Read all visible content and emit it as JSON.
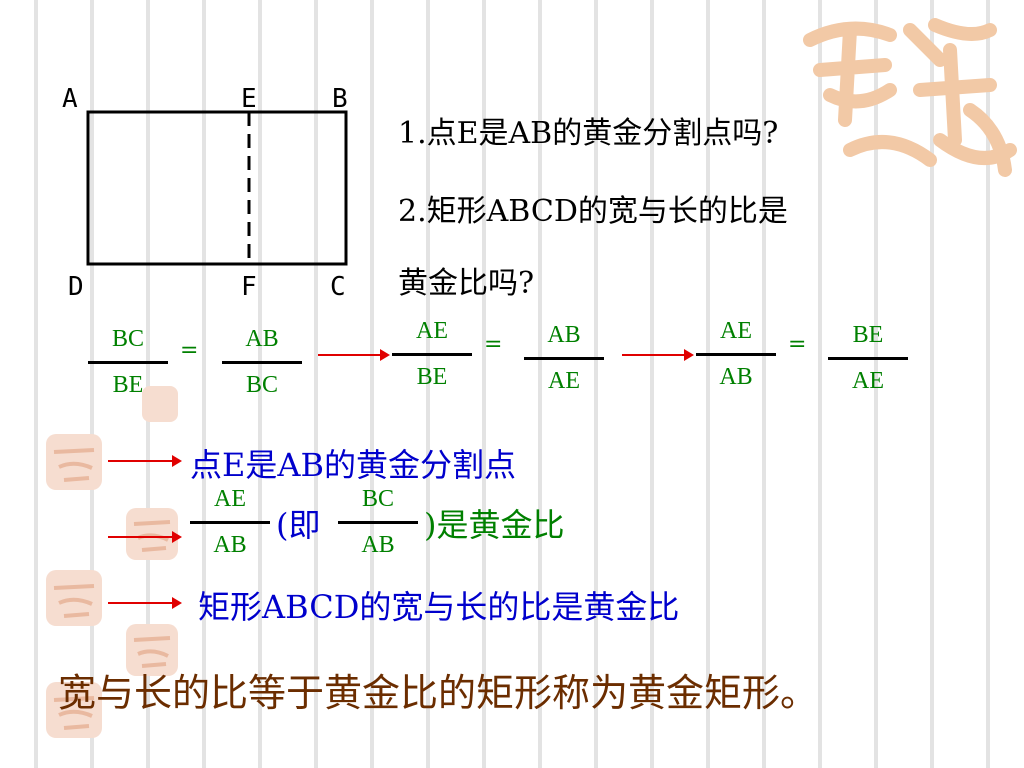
{
  "figure": {
    "labels": {
      "A": "A",
      "E": "E",
      "B": "B",
      "D": "D",
      "F": "F",
      "C": "C"
    }
  },
  "questions": {
    "q1": "1.点E是AB的黄金分割点吗?",
    "q2": "2.矩形ABCD的宽与长的比是",
    "q2b": "黄金比吗?"
  },
  "equations": {
    "f1": {
      "num": "BC",
      "den": "BE"
    },
    "f2": {
      "num": "AB",
      "den": "BC"
    },
    "f3": {
      "num": "AE",
      "den": "BE"
    },
    "f4": {
      "num": "AB",
      "den": "AE"
    },
    "f5": {
      "num": "AE",
      "den": "AB"
    },
    "f6": {
      "num": "BE",
      "den": "AE"
    },
    "eq_sign": "="
  },
  "conclusions": {
    "c1": "点E是AB的黄金分割点",
    "c2_frac1": {
      "num": "AE",
      "den": "AB"
    },
    "c2_open": "(即",
    "c2_frac2": {
      "num": "BC",
      "den": "AB"
    },
    "c2_close": ")是黄金比",
    "c3": "矩形ABCD的宽与长的比是黄金比"
  },
  "final_statement": "宽与长的比等于黄金比的矩形称为黄金矩形。",
  "colors": {
    "green": "#008000",
    "blue": "#0000cc",
    "arrow": "#e00000",
    "final": "#6b2d00"
  },
  "decorations": [
    "seal-watermark"
  ]
}
